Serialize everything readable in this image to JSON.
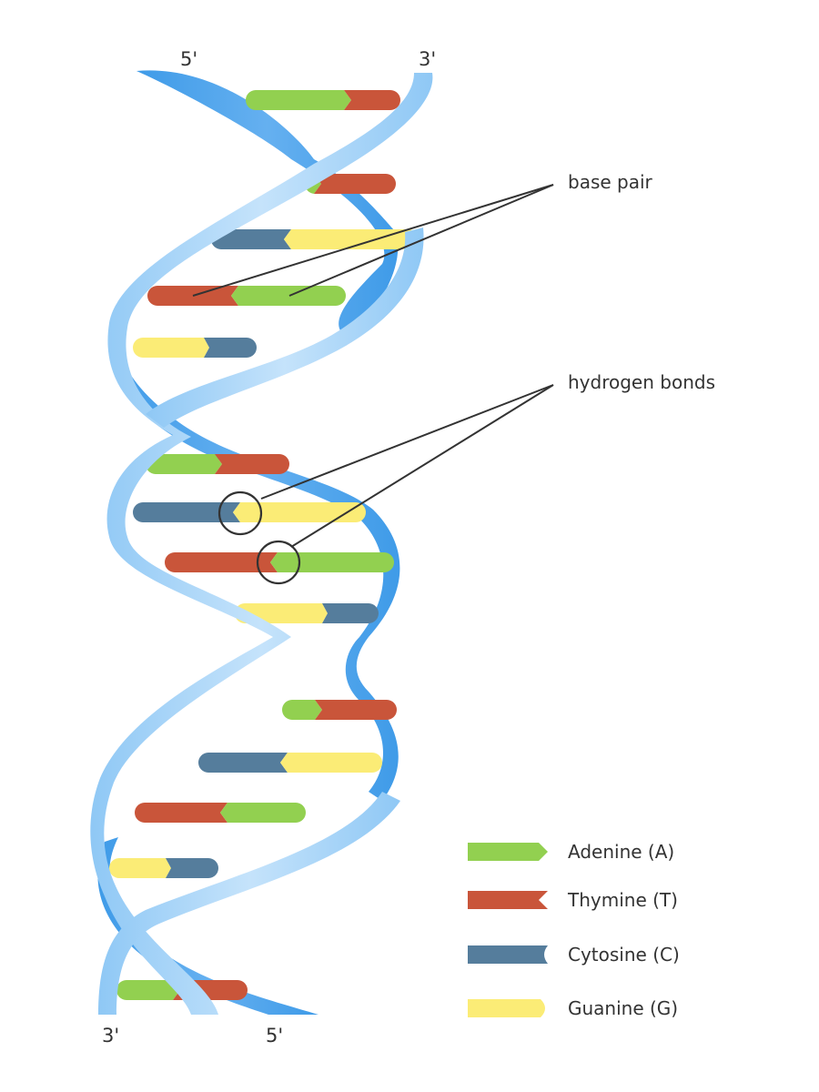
{
  "ends": {
    "top_left": "5'",
    "top_right": "3'",
    "bottom_left": "3'",
    "bottom_right": "5'"
  },
  "callouts": {
    "base_pair": "base pair",
    "hydrogen_bonds": "hydrogen bonds"
  },
  "legend": [
    {
      "key": "adenine",
      "label": "Adenine (A)",
      "color": "#92d050",
      "shape": "arrow"
    },
    {
      "key": "thymine",
      "label": "Thymine (T)",
      "color": "#c9553a",
      "shape": "notch"
    },
    {
      "key": "cytosine",
      "label": "Cytosine (C)",
      "color": "#557d9c",
      "shape": "notch-round"
    },
    {
      "key": "guanine",
      "label": "Guanine (G)",
      "color": "#fbec76",
      "shape": "round"
    }
  ],
  "colors": {
    "backbone_light": "#bfe0fb",
    "backbone_mid": "#7fbff3",
    "backbone_dark": "#3f9be8",
    "callout_line": "#333333"
  }
}
